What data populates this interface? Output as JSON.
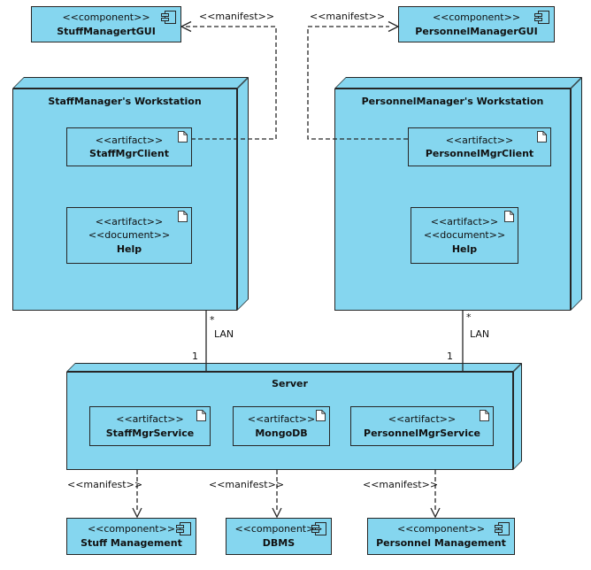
{
  "colors": {
    "fill": "#85D6EF",
    "border": "#262626",
    "background": "#FFFFFF"
  },
  "icons": {
    "component": "component-icon",
    "artifact": "file-icon"
  },
  "top_components": {
    "left": {
      "stereotype": "<<component>>",
      "name": "StuffManagertGUI"
    },
    "right": {
      "stereotype": "<<component>>",
      "name": "PersonnelManagerGUI"
    }
  },
  "manifest_links": {
    "top_left_label": "<<manifest>>",
    "top_right_label": "<<manifest>>",
    "bottom_labels": [
      "<<manifest>>",
      "<<manifest>>",
      "<<manifest>>"
    ]
  },
  "nodes": {
    "staff_workstation": {
      "title": "StaffManager's Workstation",
      "client_artifact": {
        "stereotype": "<<artifact>>",
        "name": "StaffMgrClient"
      },
      "help_artifact": {
        "stereotype1": "<<artifact>>",
        "stereotype2": "<<document>>",
        "name": "Help"
      }
    },
    "personnel_workstation": {
      "title": "PersonnelManager's Workstation",
      "client_artifact": {
        "stereotype": "<<artifact>>",
        "name": "PersonnelMgrClient"
      },
      "help_artifact": {
        "stereotype1": "<<artifact>>",
        "stereotype2": "<<document>>",
        "name": "Help"
      }
    },
    "server": {
      "title": "Server",
      "artifacts": [
        {
          "stereotype": "<<artifact>>",
          "name": "StaffMgrService"
        },
        {
          "stereotype": "<<artifact>>",
          "name": "MongoDB"
        },
        {
          "stereotype": "<<artifact>>",
          "name": "PersonnelMgrService"
        }
      ]
    }
  },
  "lan_connections": {
    "left": {
      "upper_multiplicity": "*",
      "label": "LAN",
      "lower_multiplicity": "1"
    },
    "right": {
      "upper_multiplicity": "*",
      "label": "LAN",
      "lower_multiplicity": "1"
    }
  },
  "bottom_components": [
    {
      "stereotype": "<<component>>",
      "name": "Stuff Management"
    },
    {
      "stereotype": "<<component>>",
      "name": "DBMS"
    },
    {
      "stereotype": "<<component>>",
      "name": "Personnel Management"
    }
  ]
}
